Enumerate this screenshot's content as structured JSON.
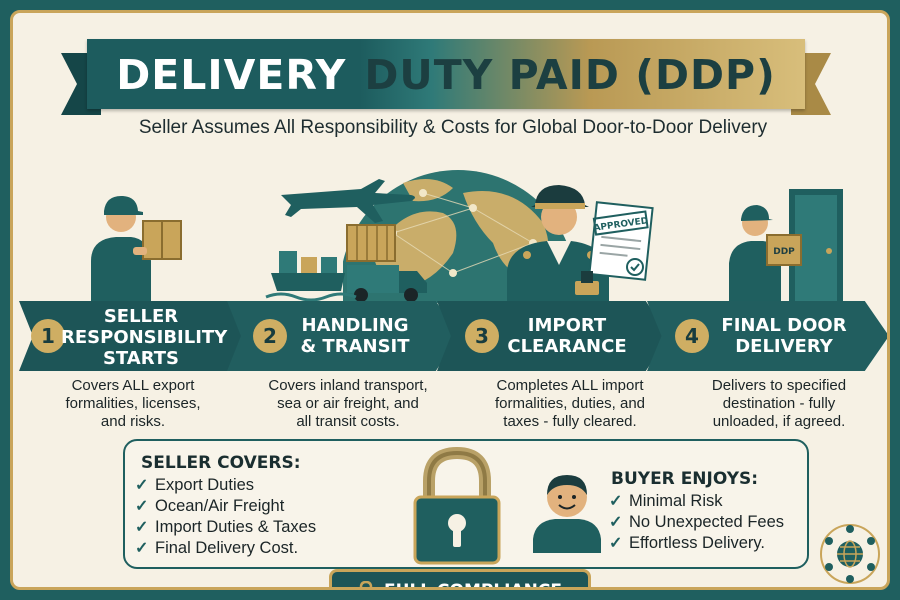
{
  "title": {
    "part1": "DELIVERY",
    "part2": "DUTY PAID (DDP)"
  },
  "subtitle": "Seller Assumes All Responsibility & Costs for Global Door-to-Door Delivery",
  "steps": [
    {
      "number": "1",
      "title_lines": [
        "SELLER",
        "RESPONSIBILITY",
        "STARTS"
      ],
      "desc_lines": [
        "Covers ALL export",
        "formalities, licenses,",
        "and risks."
      ]
    },
    {
      "number": "2",
      "title_lines": [
        "HANDLING",
        "& TRANSIT"
      ],
      "desc_lines": [
        "Covers inland transport,",
        "sea or air freight, and",
        "all transit costs."
      ]
    },
    {
      "number": "3",
      "title_lines": [
        "IMPORT",
        "CLEARANCE"
      ],
      "desc_lines": [
        "Completes ALL import",
        "formalities, duties, and",
        "taxes - fully cleared."
      ]
    },
    {
      "number": "4",
      "title_lines": [
        "FINAL DOOR",
        "DELIVERY"
      ],
      "desc_lines": [
        "Delivers to specified",
        "destination - fully",
        "unloaded, if agreed."
      ]
    }
  ],
  "illustrations": {
    "box_label": "DDP",
    "stamp_label": "APPROVED"
  },
  "seller_covers": {
    "title": "SELLER COVERS:",
    "items": [
      "Export Duties",
      "Ocean/Air Freight",
      "Import Duties & Taxes",
      "Final Delivery Cost."
    ]
  },
  "buyer_enjoys": {
    "title": "BUYER ENJOYS:",
    "items": [
      "Minimal Risk",
      "No Unexpected Fees",
      "Effortless Delivery."
    ]
  },
  "footer_badge": "FULL COMPLIANCE",
  "colors": {
    "teal_dark": "#1d5c5e",
    "teal": "#2f7a78",
    "gold": "#c9a55a",
    "cream": "#f6f1e4"
  },
  "icons": {
    "check": "checkmark-icon",
    "lock": "padlock-icon",
    "globe": "globe-network-icon"
  }
}
